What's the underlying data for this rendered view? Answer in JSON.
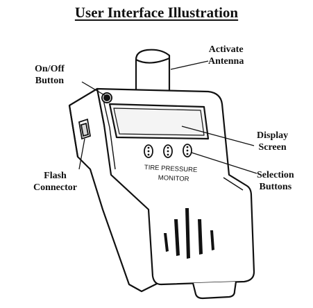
{
  "title": "User Interface Illustration",
  "labels": {
    "activate_antenna": [
      "Activate",
      "Antenna"
    ],
    "on_off_button": [
      "On/Off",
      "Button"
    ],
    "display_screen": [
      "Display",
      "Screen"
    ],
    "flash_connector": [
      "Flash",
      "Connector"
    ],
    "selection_buttons": [
      "Selection",
      "Buttons"
    ]
  },
  "device": {
    "label_line1": "TIRE PRESSURE",
    "label_line2": "MONITOR"
  },
  "colors": {
    "ink": "#111111",
    "body_fill": "#ffffff",
    "screen_fill": "#f4f4f4"
  }
}
